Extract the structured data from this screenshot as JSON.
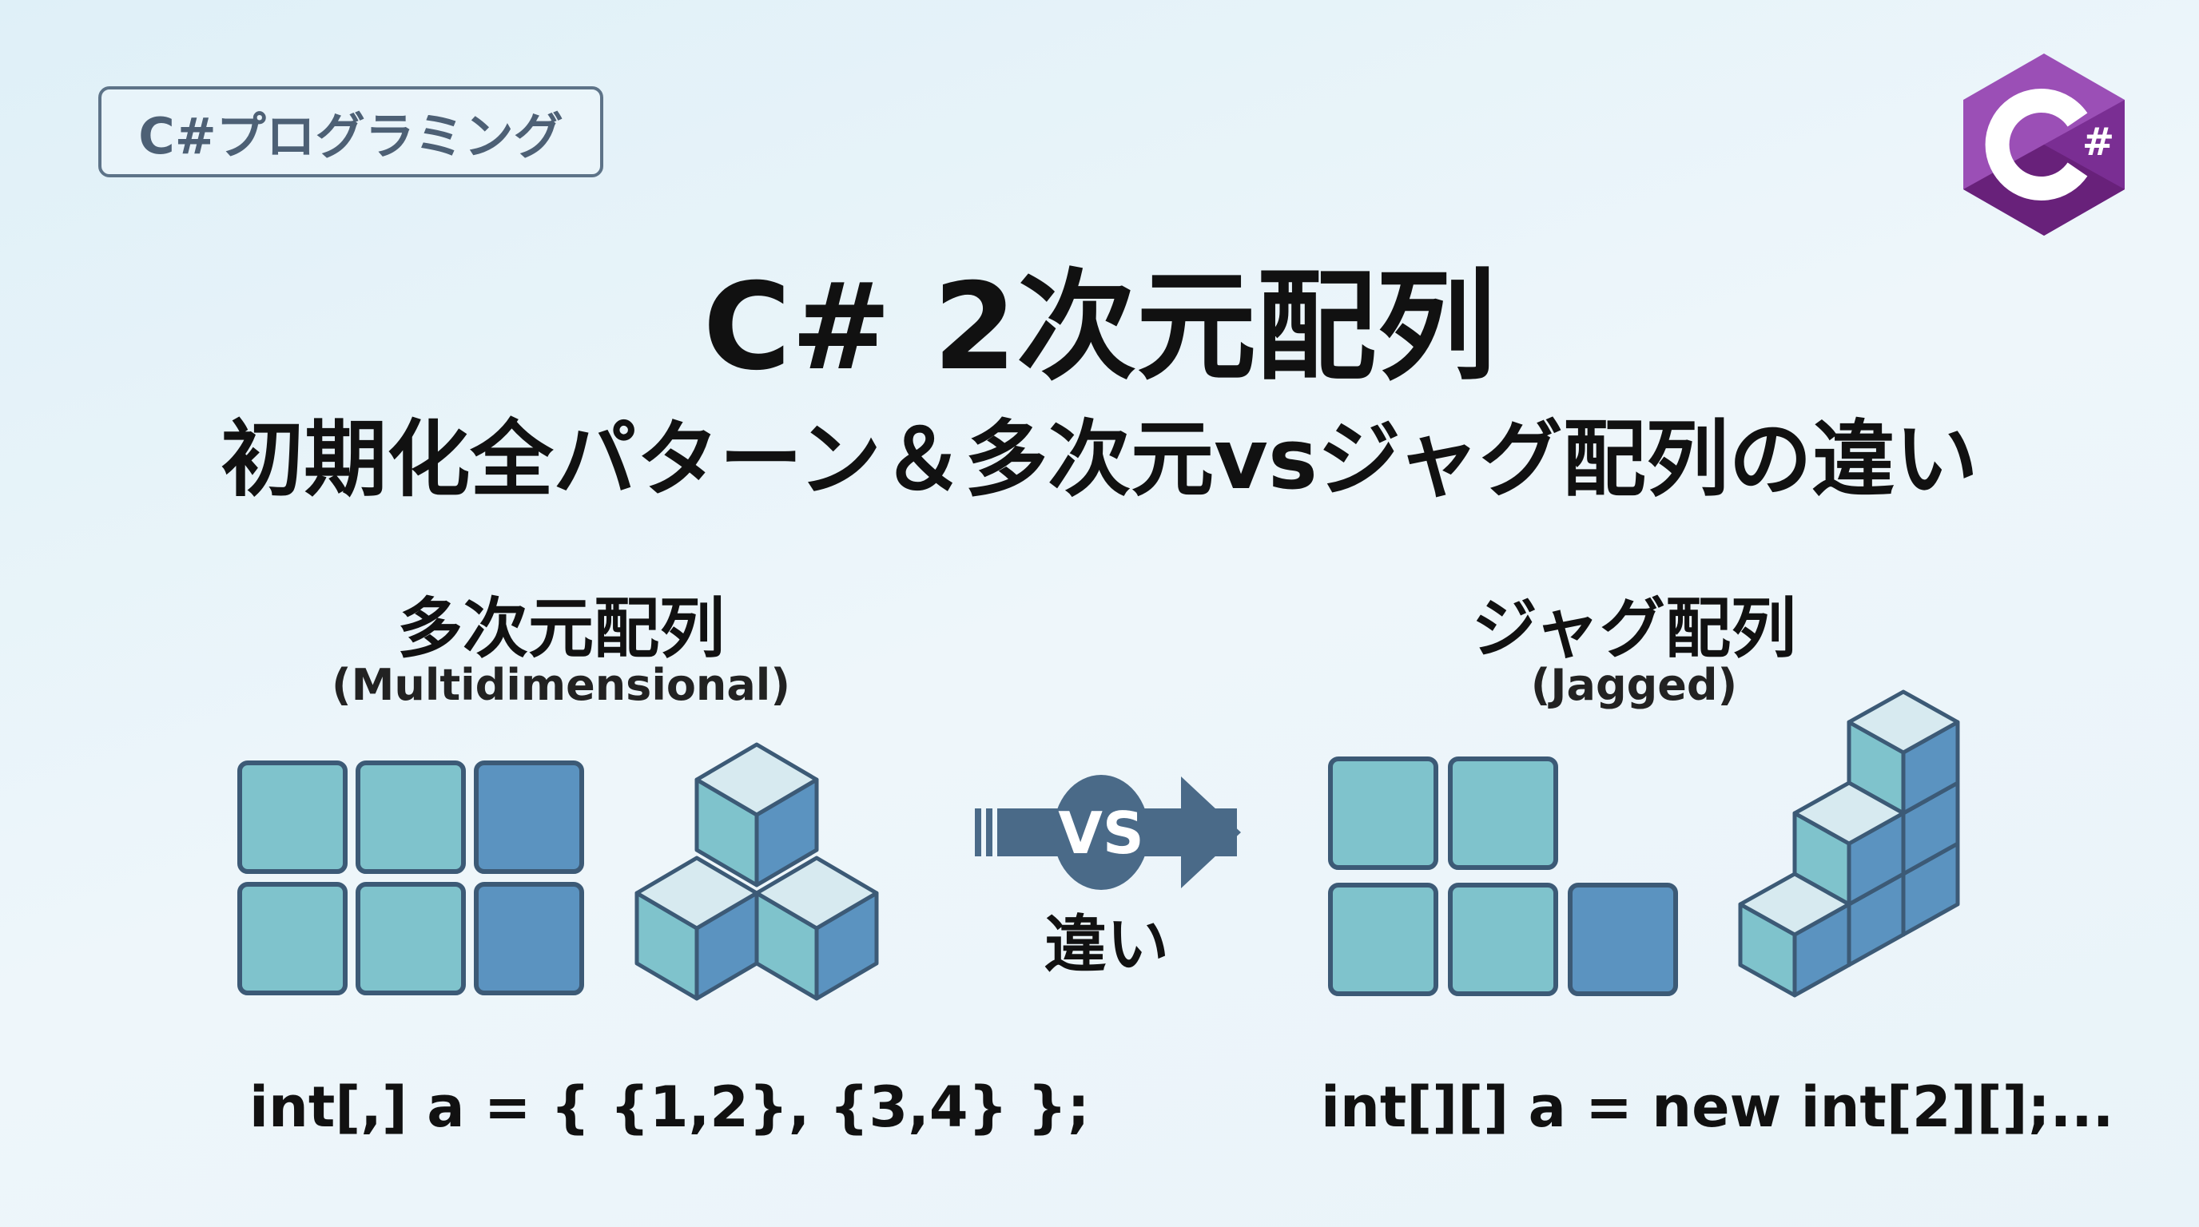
{
  "badge": {
    "label": "C#プログラミング"
  },
  "logo": {
    "text": "C#"
  },
  "title": {
    "line1": "C# 2次元配列",
    "line2": "初期化全パターン＆多次元vsジャグ配列の違い"
  },
  "left": {
    "heading": "多次元配列",
    "subheading": "(Multidimensional)",
    "code": "int[,] a = { {1,2}, {3,4} };"
  },
  "right": {
    "heading": "ジャグ配列",
    "subheading": "(Jagged)",
    "code": "int[][] a = new int[2][];..."
  },
  "versus": {
    "label": "VS",
    "caption": "違い"
  },
  "colors": {
    "light_cell": "#7fc3cc",
    "dark_cell": "#5b93c0",
    "outline": "#3c5a76",
    "cube_top": "#d7eaf0",
    "logo_purple": "#9b4fb6",
    "logo_dark": "#68217a"
  }
}
